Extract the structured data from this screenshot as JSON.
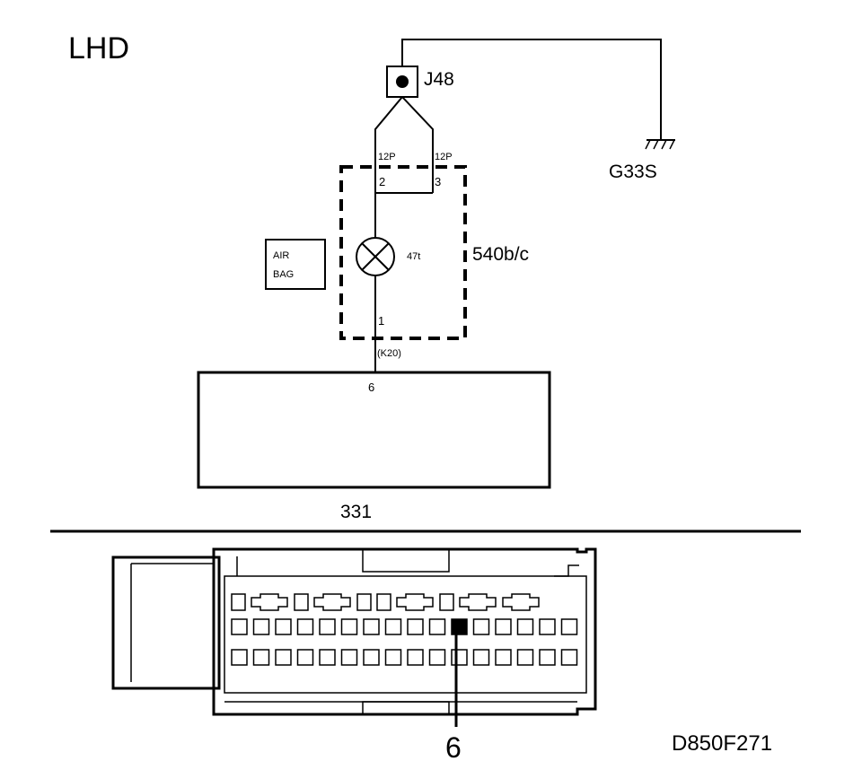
{
  "variant": "LHD",
  "splice": {
    "id": "J48"
  },
  "ground": {
    "id": "G33S"
  },
  "connector": {
    "id": "12P",
    "left_label": "12P",
    "right_label": "12P",
    "pin_left": "2",
    "pin_right": "3"
  },
  "module": {
    "id": "540b/c",
    "lamp_id": "47t",
    "bottom_pin": "1",
    "bottom_connector": "(K20)"
  },
  "airbag_label": {
    "line1": "AIR",
    "line2": "BAG"
  },
  "ecu": {
    "id": "331",
    "pin": "6"
  },
  "connector_view": {
    "highlight_pin_label": "6"
  },
  "figure_code": "D850F271"
}
